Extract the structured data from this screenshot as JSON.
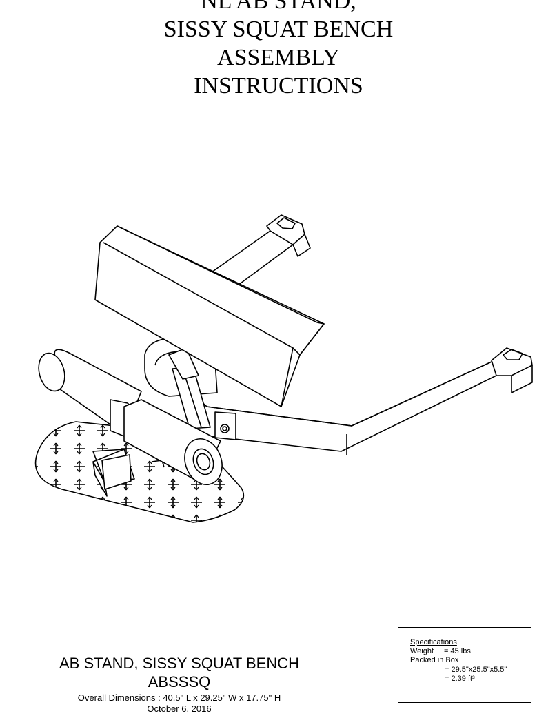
{
  "title": {
    "line1": "NL AB STAND,",
    "line2": "SISSY SQUAT BENCH",
    "line3": "ASSEMBLY",
    "line4": "INSTRUCTIONS"
  },
  "product": {
    "name": "AB STAND, SISSY SQUAT BENCH",
    "code": "ABSSSQ",
    "dimensions": "Overall Dimensions : 40.5\" L x 29.25\" W x 17.75\" H",
    "date": "October 6, 2016"
  },
  "specs": {
    "heading": "Specifications",
    "weight_label": "Weight",
    "weight_value": "= 45 lbs",
    "packed_label": "Packed in Box",
    "box_dims": "= 29.5\"x25.5\"x5.5\"",
    "box_volume": "= 2.39 ft³"
  }
}
